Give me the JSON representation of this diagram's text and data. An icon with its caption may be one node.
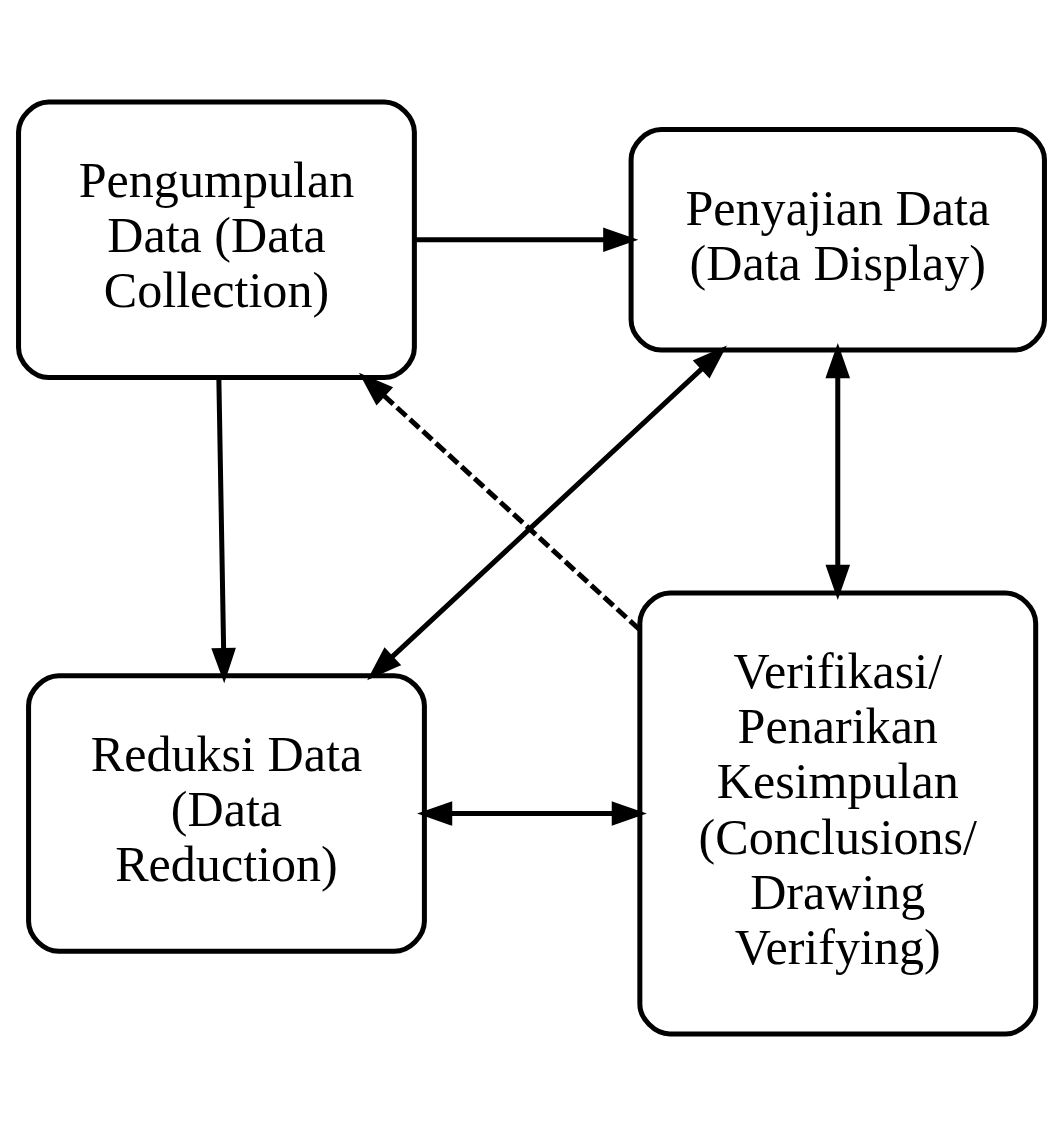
{
  "diagram": {
    "nodes": [
      {
        "text": [
          "Pengumpulan Data (Data Collection)"
        ]
      },
      {
        "text": [
          "Penyajian Data (Data Display)"
        ]
      },
      {
        "text": [
          "Reduksi Data (Data Reduction)"
        ]
      },
      {
        "text": [
          "Verifikasi/ Penarikan Kesimpulan (Conclusions/ Drawing Verifying)"
        ]
      }
    ],
    "edges": [
      {
        "from": 0,
        "to": 1,
        "arrow": "to"
      },
      {
        "from": 0,
        "to": 2,
        "arrow": "to"
      },
      {
        "from": 2,
        "to": 1,
        "arrow": "both"
      },
      {
        "from": 1,
        "to": 3,
        "arrow": "both"
      },
      {
        "from": 2,
        "to": 3,
        "arrow": "both"
      },
      {
        "from": 3,
        "to": 0,
        "arrow": "to",
        "style": "dashed"
      }
    ]
  }
}
